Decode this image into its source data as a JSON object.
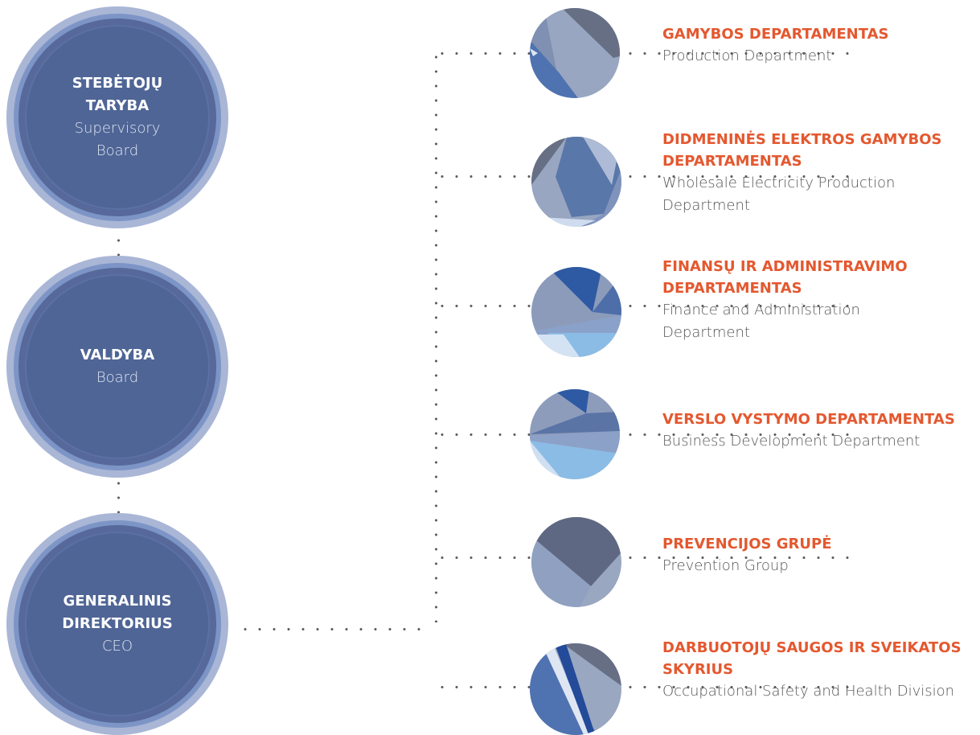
{
  "board_nodes": [
    {
      "title": "STEBĖTOJŲ\nTARYBA",
      "subtitle": "Supervisory\nBoard"
    },
    {
      "title": "VALDYBA",
      "subtitle": "Board"
    },
    {
      "title": "GENERALINIS\nDIREKTORIUS",
      "subtitle": "CEO"
    }
  ],
  "departments": [
    {
      "title": "GAMYBOS DEPARTAMENTAS",
      "subtitle": "Production Department"
    },
    {
      "title": "DIDMENINĖS ELEKTROS GAMYBOS\nDEPARTAMENTAS",
      "subtitle": "Wholesale Electricity Production\nDepartment"
    },
    {
      "title": "FINANSŲ IR ADMINISTRAVIMO\nDEPARTAMENTAS",
      "subtitle": "Finance and Administration\nDepartment"
    },
    {
      "title": "VERSLO VYSTYMO DEPARTAMENTAS",
      "subtitle": "Business Development Department"
    },
    {
      "title": "PREVENCIJOS GRUPĖ",
      "subtitle": "Prevention Group"
    },
    {
      "title": "DARBUOTOJŲ SAUGOS IR SVEIKATOS\nSKYRIUS",
      "subtitle": "Occupational Safety and Health Division"
    }
  ],
  "colors": {
    "title_accent": "#e4582f",
    "circle_main": "#4f6596",
    "connector": "#5e5e5e"
  }
}
